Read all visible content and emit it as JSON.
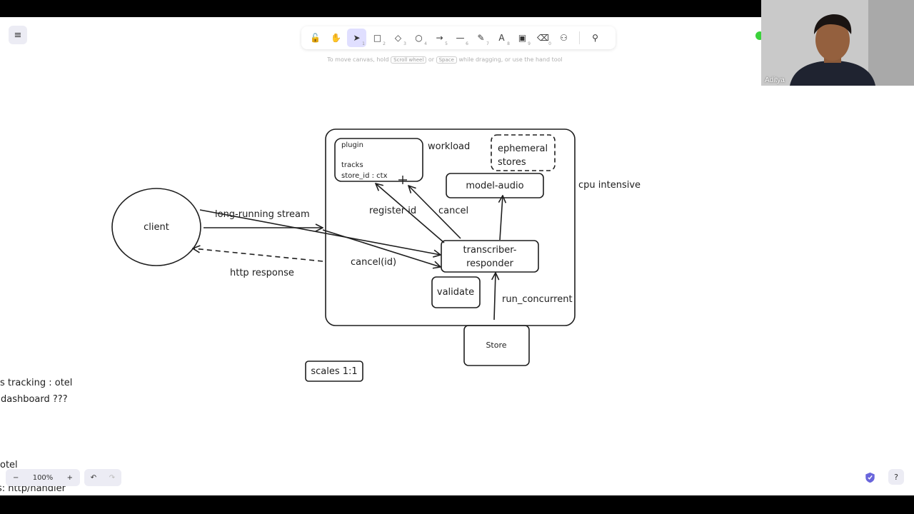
{
  "toolbar": {
    "tools": [
      {
        "name": "lock",
        "glyph": "🔓",
        "key": ""
      },
      {
        "name": "hand",
        "glyph": "✋",
        "key": ""
      },
      {
        "name": "selection",
        "glyph": "➤",
        "key": "1"
      },
      {
        "name": "rectangle",
        "glyph": "□",
        "key": "2"
      },
      {
        "name": "diamond",
        "glyph": "◇",
        "key": "3"
      },
      {
        "name": "ellipse",
        "glyph": "○",
        "key": "4"
      },
      {
        "name": "arrow",
        "glyph": "→",
        "key": "5"
      },
      {
        "name": "line",
        "glyph": "—",
        "key": "6"
      },
      {
        "name": "draw",
        "glyph": "✎",
        "key": "7"
      },
      {
        "name": "text",
        "glyph": "A",
        "key": "8"
      },
      {
        "name": "image",
        "glyph": "▣",
        "key": "9"
      },
      {
        "name": "eraser",
        "glyph": "⌫",
        "key": "0"
      },
      {
        "name": "more",
        "glyph": "⚇",
        "key": ""
      }
    ],
    "extra_tool": "⚲"
  },
  "hint": {
    "prefix": "To move canvas, hold",
    "key1": "Scroll wheel",
    "middle": "or",
    "key2": "Space",
    "suffix": "while dragging, or use the hand tool"
  },
  "diagram": {
    "plugin_label": "plugin",
    "tracks_label": "tracks",
    "store_id_label": "store_id : ctx",
    "workload_label": "workload",
    "ephemeral_line1": "ephemeral",
    "ephemeral_line2": "stores",
    "model_audio_label": "model-audio",
    "cpu_intensive_label": "cpu intensive",
    "client_label": "client",
    "long_running_label": "long-running stream",
    "register_id_label": "register id",
    "cancel_label": "cancel",
    "cancel_id_label": "cancel(id)",
    "http_response_label": "http response",
    "transcriber_line1": "transcriber-",
    "transcriber_line2": "responder",
    "validate_label": "validate",
    "run_concurrent_label": "run_concurrent",
    "store_label": "Store",
    "scales_label": "scales 1:1",
    "left_note1": "s tracking : otel",
    "left_note2": "dashboard ???",
    "left_note3": "otel",
    "left_note4": "s: http/handler"
  },
  "zoom": {
    "minus": "−",
    "level": "100%",
    "plus": "+"
  },
  "history": {
    "undo": "↶",
    "redo": "↷"
  },
  "help_glyph": "?",
  "menu_glyph": "≡",
  "webcam": {
    "name": "Aditya"
  },
  "colors": {
    "accent": "#e0dfff",
    "stroke": "#1e1e1e",
    "status": "#3bd23b",
    "shield": "#6965db"
  }
}
